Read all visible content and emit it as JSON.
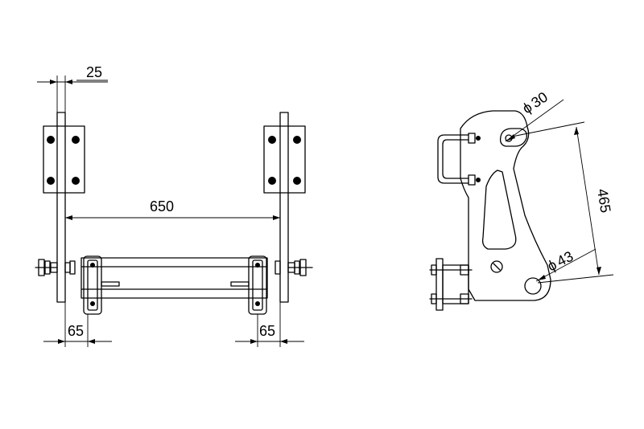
{
  "dimensions": {
    "plate_thickness": "25",
    "width_between_plates": "650",
    "offset_left": "65",
    "offset_right": "65",
    "hole_small": "30",
    "hole_large": "43",
    "height": "465",
    "diameter_symbol": "ϕ"
  },
  "colors": {
    "line": "#000000",
    "background": "#ffffff"
  }
}
